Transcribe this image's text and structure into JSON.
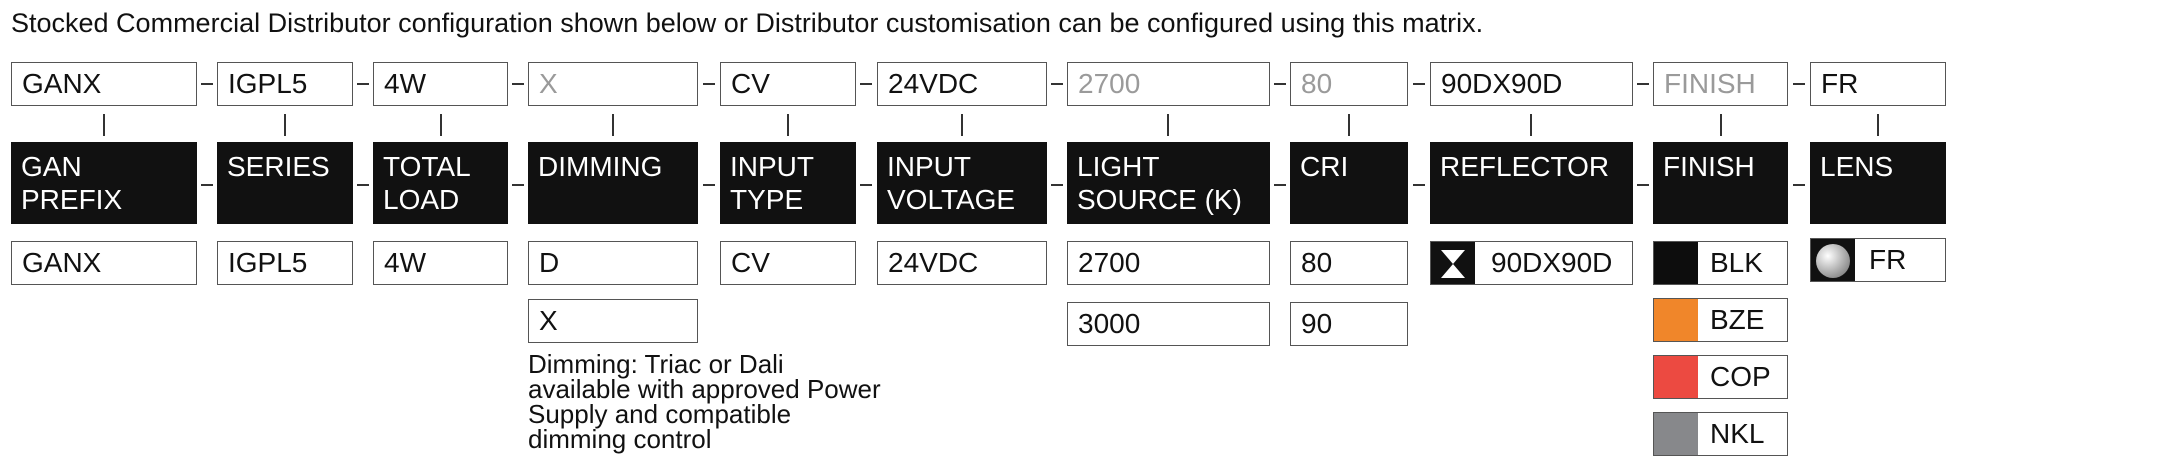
{
  "intro": "Stocked Commercial Distributor configuration shown below or Distributor customisation can be configured using this matrix.",
  "codes": [
    "GANX",
    "IGPL5",
    "4W",
    "X",
    "CV",
    "24VDC",
    "2700",
    "80",
    "90DX90D",
    "FINISH",
    "FR"
  ],
  "headers": [
    "GAN\nPREFIX",
    "SERIES",
    "TOTAL\nLOAD",
    "DIMMING",
    "INPUT\nTYPE",
    "INPUT\nVOLTAGE",
    "LIGHT\nSOURCE (K)",
    "CRI",
    "REFLECTOR",
    "FINISH",
    "LENS"
  ],
  "options": {
    "gan_prefix": [
      "GANX"
    ],
    "series": [
      "IGPL5"
    ],
    "total_load": [
      "4W"
    ],
    "dimming": [
      "D",
      "X"
    ],
    "input_type": [
      "CV"
    ],
    "input_voltage": [
      "24VDC"
    ],
    "light_source": [
      "2700",
      "3000"
    ],
    "cri": [
      "80",
      "90"
    ],
    "reflector": [
      "90DX90D"
    ],
    "finish": [
      {
        "label": "BLK",
        "color": "#0d0d0d"
      },
      {
        "label": "BZE",
        "color": "#f0862a"
      },
      {
        "label": "COP",
        "color": "#ec4a41"
      },
      {
        "label": "NKL",
        "color": "#87888b"
      }
    ],
    "lens": [
      "FR"
    ]
  },
  "note": "Dimming: Triac or Dali available with approved Power Supply and compatible dimming control",
  "icons": {
    "reflector": "hourglass-icon",
    "lens": "sphere-icon"
  }
}
